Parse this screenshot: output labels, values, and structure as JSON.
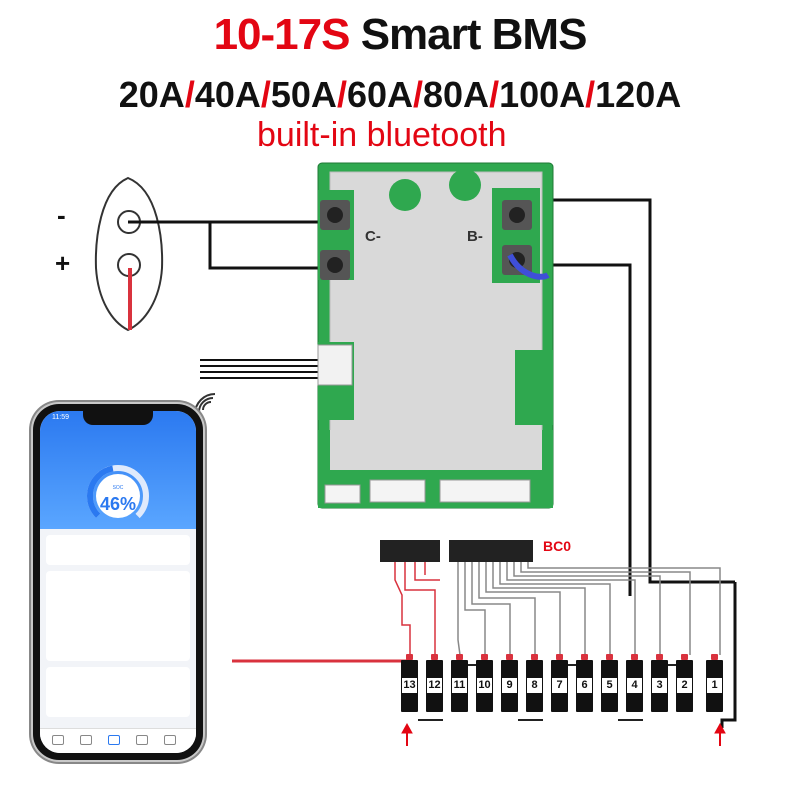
{
  "header": {
    "model_red": "10-17S",
    "model_black": " Smart BMS",
    "currents": [
      "20A",
      "40A",
      "50A",
      "60A",
      "80A",
      "100A",
      "120A"
    ],
    "separator": "/",
    "feature": "built-in bluetooth"
  },
  "battery_terminal": {
    "minus": "-",
    "plus": "+"
  },
  "board": {
    "label_c": "C-",
    "label_b": "B-",
    "connector_label": "BC0",
    "cell_numbers": [
      "13",
      "12",
      "11",
      "10",
      "9",
      "8",
      "7",
      "6",
      "5",
      "4",
      "3",
      "2",
      "1"
    ]
  },
  "phone": {
    "time": "11:59",
    "soc_label": "SOC",
    "soc_percent": "46%",
    "soc_value": 46
  },
  "colors": {
    "accent_red": "#e30613",
    "app_blue": "#2b79f0",
    "board_green": "#2fa84f"
  },
  "icons": [
    "battery-terminal-icon",
    "bluetooth-signal-icon",
    "arrow-up-icon"
  ]
}
